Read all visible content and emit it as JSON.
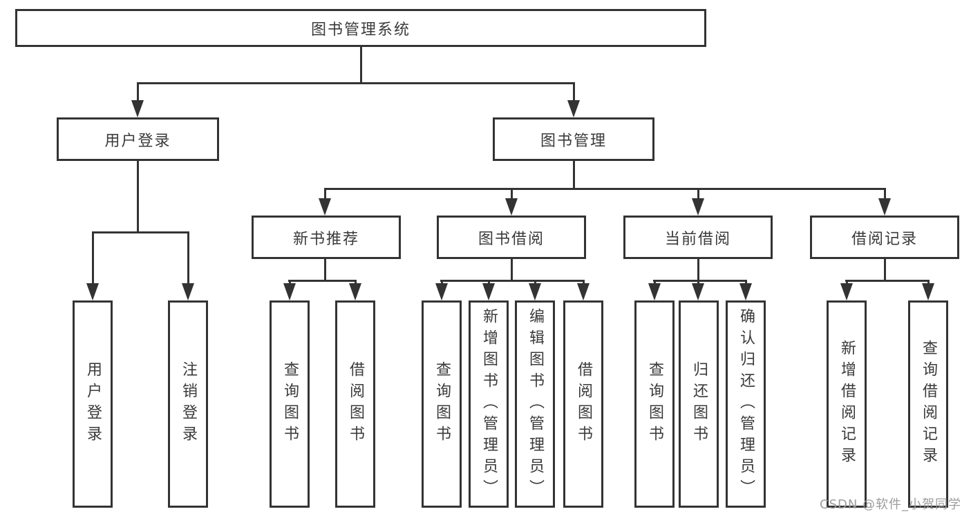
{
  "colors": {
    "line": "#333333",
    "text": "#3a3a3a",
    "background": "#ffffff",
    "watermark": "#9c9c9c"
  },
  "watermark": "CSDN @软件_小贺同学",
  "tree": {
    "root": "图书管理系统",
    "user_login": {
      "label": "用户登录",
      "children": [
        "用户登录",
        "注销登录"
      ]
    },
    "book_mgmt": {
      "label": "图书管理",
      "modules": {
        "new_book": {
          "label": "新书推荐",
          "children": [
            "查询图书",
            "借阅图书"
          ]
        },
        "book_borrow": {
          "label": "图书借阅",
          "children": [
            "查询图书",
            "新增图书（管理员）",
            "编辑图书（管理员）",
            "借阅图书"
          ]
        },
        "current_borrow": {
          "label": "当前借阅",
          "children": [
            "查询图书",
            "归还图书",
            "确认归还（管理员）"
          ]
        },
        "borrow_record": {
          "label": "借阅记录",
          "children": [
            "新增借阅记录",
            "查询借阅记录"
          ]
        }
      }
    }
  }
}
